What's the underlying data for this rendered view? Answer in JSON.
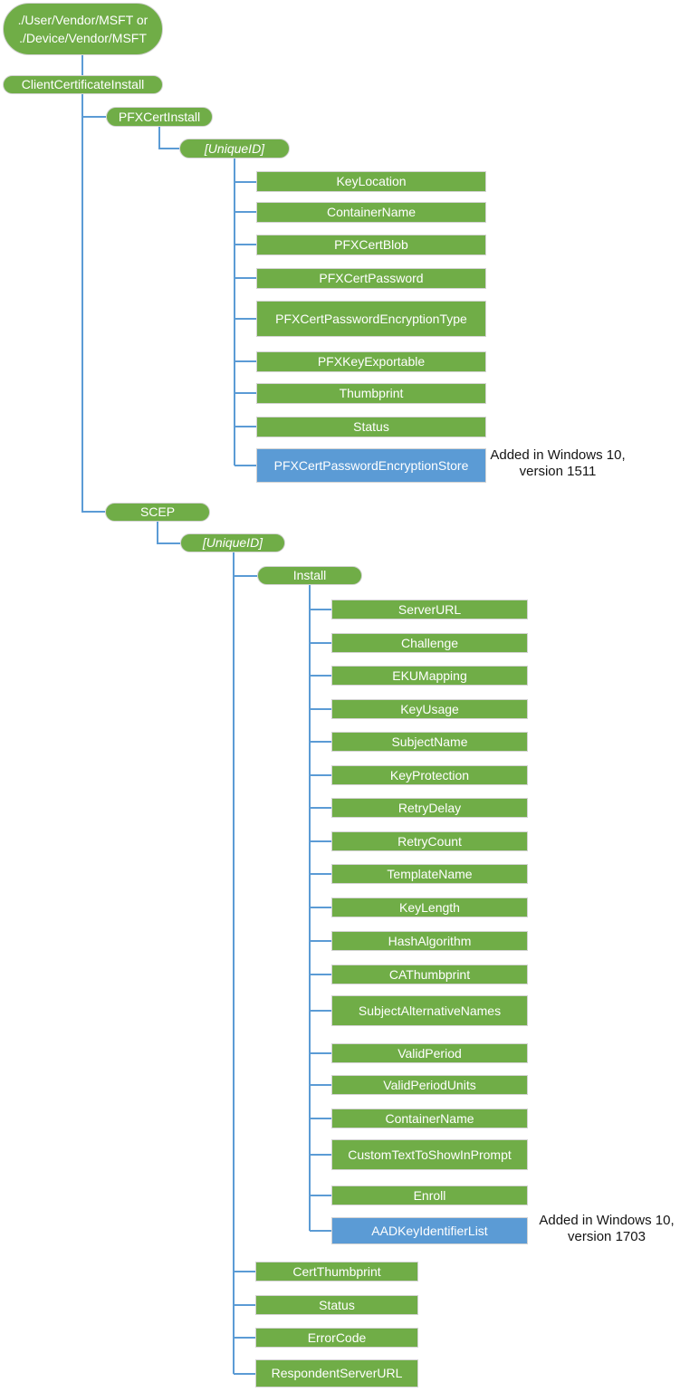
{
  "diagram": {
    "root": {
      "line1": "./User/Vendor/MSFT or",
      "line2": "./Device/Vendor/MSFT"
    },
    "client_certificate_install": "ClientCertificateInstall",
    "pfx_cert_install": "PFXCertInstall",
    "pfx_unique_id": "[UniqueID]",
    "pfx_children": [
      "KeyLocation",
      "ContainerName",
      "PFXCertBlob",
      "PFXCertPassword",
      "PFXCertPasswordEncryptionType",
      "PFXKeyExportable",
      "Thumbprint",
      "Status",
      "PFXCertPasswordEncryptionStore"
    ],
    "pfx_annotation": {
      "line1": "Added in Windows 10,",
      "line2": "version 1511"
    },
    "scep": "SCEP",
    "scep_unique_id": "[UniqueID]",
    "install": "Install",
    "install_children": [
      "ServerURL",
      "Challenge",
      "EKUMapping",
      "KeyUsage",
      "SubjectName",
      "KeyProtection",
      "RetryDelay",
      "RetryCount",
      "TemplateName",
      "KeyLength",
      "HashAlgorithm",
      "CAThumbprint",
      "SubjectAlternativeNames",
      "ValidPeriod",
      "ValidPeriodUnits",
      "ContainerName",
      "CustomTextToShowInPrompt",
      "Enroll",
      "AADKeyIdentifierList"
    ],
    "install_annotation": {
      "line1": "Added in Windows 10,",
      "line2": "version 1703"
    },
    "scep_children": [
      "CertThumbprint",
      "Status",
      "ErrorCode",
      "RespondentServerURL"
    ]
  },
  "colors": {
    "node_green": "#70AD47",
    "node_blue": "#5B9BD5",
    "connector_blue": "#5B9BD5",
    "node_text": "#ffffff",
    "annotation_text": "#141414"
  }
}
